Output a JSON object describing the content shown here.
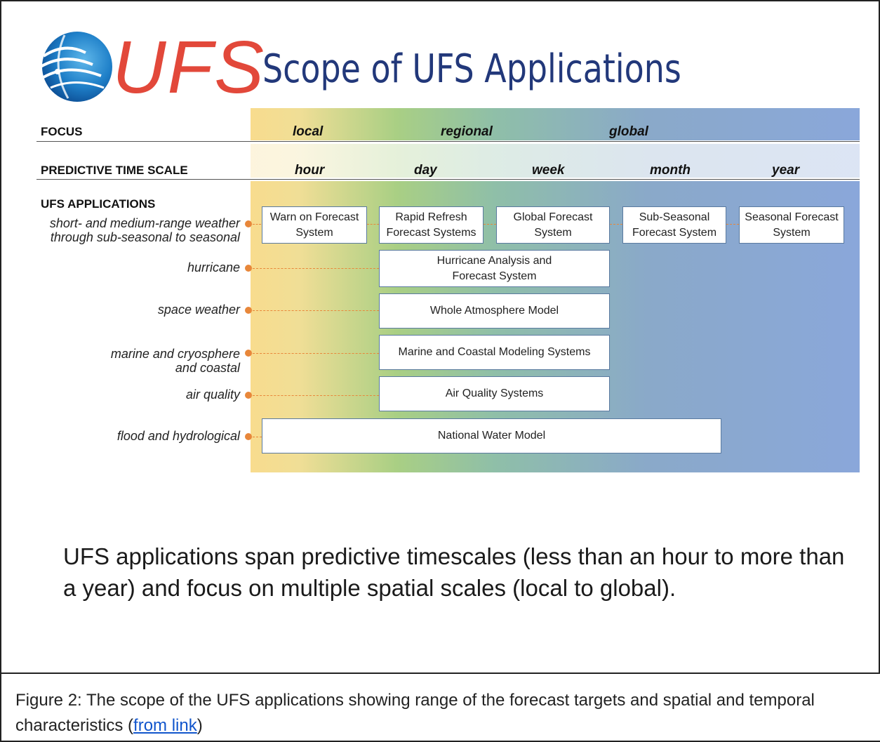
{
  "figure": {
    "logo_text": "UFS",
    "title": "Scope of UFS Applications",
    "colors": {
      "logo_red": "#e2483a",
      "title_navy": "#22387a",
      "connector_orange": "#e8873a",
      "box_border": "#5a7aa0"
    },
    "rows": {
      "focus": "FOCUS",
      "time_scale": "PREDICTIVE TIME SCALE",
      "applications": "UFS APPLICATIONS"
    },
    "focus_labels": [
      "local",
      "regional",
      "global"
    ],
    "time_labels": [
      "hour",
      "day",
      "week",
      "month",
      "year"
    ],
    "application_labels": {
      "weather": [
        "short- and medium-range weather",
        "through sub-seasonal to seasonal"
      ],
      "hurricane": "hurricane",
      "space_weather": "space weather",
      "marine": [
        "marine and cryosphere",
        "and coastal"
      ],
      "air_quality": "air quality",
      "flood": "flood and hydrological"
    },
    "systems": {
      "warn_on_forecast": [
        "Warn on Forecast",
        "System"
      ],
      "rapid_refresh": [
        "Rapid Refresh",
        "Forecast Systems"
      ],
      "global_forecast": [
        "Global Forecast",
        "System"
      ],
      "sub_seasonal": [
        "Sub-Seasonal",
        "Forecast System"
      ],
      "seasonal": [
        "Seasonal Forecast",
        "System"
      ],
      "hurricane": [
        "Hurricane Analysis and",
        "Forecast System"
      ],
      "whole_atmosphere": "Whole Atmosphere Model",
      "marine_coastal": "Marine and Coastal Modeling Systems",
      "air_quality": "Air Quality Systems",
      "national_water": "National Water Model"
    },
    "summary": "UFS applications span predictive timescales (less than an hour to more than a year) and focus on multiple spatial scales (local to global)."
  },
  "caption": {
    "text": "Figure 2: The scope of the UFS applications showing range of the forecast targets and spatial and temporal characteristics  (",
    "link_text": "from link",
    "end": ")"
  }
}
